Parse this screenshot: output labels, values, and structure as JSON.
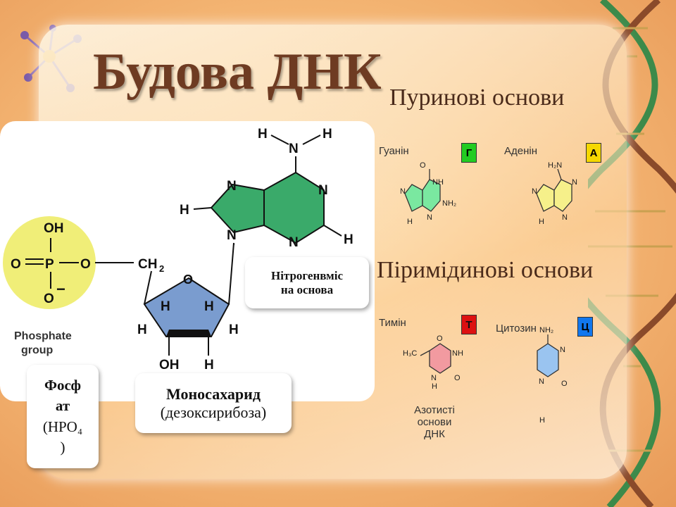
{
  "slide": {
    "title": "Будова ДНК",
    "purines_heading": "Пуринові основи",
    "pyrimidines_heading": "Піримідинові основи",
    "nucleotide": {
      "phosphate_caption": "Phosphate group",
      "phosphate_label_line1": "Фосф",
      "phosphate_label_line2": "ат",
      "phosphate_label_line3": "(HPO₄",
      "phosphate_label_line4": ")",
      "sugar_label_line1": "Моносахарид",
      "sugar_label_line2": "(дезоксирибоза)",
      "base_label_line1": "Нітрогенвміс",
      "base_label_line2": "на основа"
    },
    "bases": [
      {
        "name": "Гуанін",
        "letter": "Г",
        "color": "#22cc22"
      },
      {
        "name": "Аденін",
        "letter": "А",
        "color": "#f5d800"
      },
      {
        "name": "Тимін",
        "letter": "Т",
        "color": "#dd1111"
      },
      {
        "name": "Цитозин",
        "letter": "Ц",
        "color": "#1177ee"
      }
    ],
    "bases_caption_line1": "Азотисті основи",
    "bases_caption_line2": "ДНК",
    "colors": {
      "title": "#6e3b22",
      "adenine_ring": "#3aaa6a",
      "sugar_ring": "#7a9ccf",
      "phosphate": "#f0ee78"
    }
  }
}
